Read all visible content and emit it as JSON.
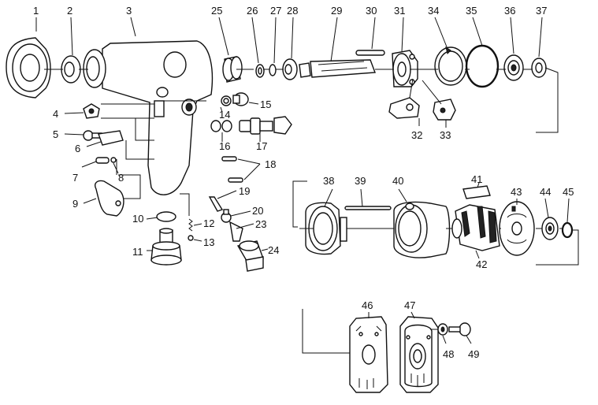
{
  "callouts": {
    "c1": "1",
    "c2": "2",
    "c3": "3",
    "c4": "4",
    "c5": "5",
    "c6": "6",
    "c7": "7",
    "c8": "8",
    "c9": "9",
    "c10": "10",
    "c11": "11",
    "c12": "12",
    "c13": "13",
    "c14": "14",
    "c15": "15",
    "c16": "16",
    "c17": "17",
    "c18": "18",
    "c19": "19",
    "c20": "20",
    "c23": "23",
    "c24": "24",
    "c25": "25",
    "c26": "26",
    "c27": "27",
    "c28": "28",
    "c29": "29",
    "c30": "30",
    "c31": "31",
    "c32": "32",
    "c33": "33",
    "c34": "34",
    "c35": "35",
    "c36": "36",
    "c37": "37",
    "c38": "38",
    "c39": "39",
    "c40": "40",
    "c41": "41",
    "c42": "42",
    "c43": "43",
    "c44": "44",
    "c45": "45",
    "c46": "46",
    "c47": "47",
    "c48": "48",
    "c49": "49"
  }
}
